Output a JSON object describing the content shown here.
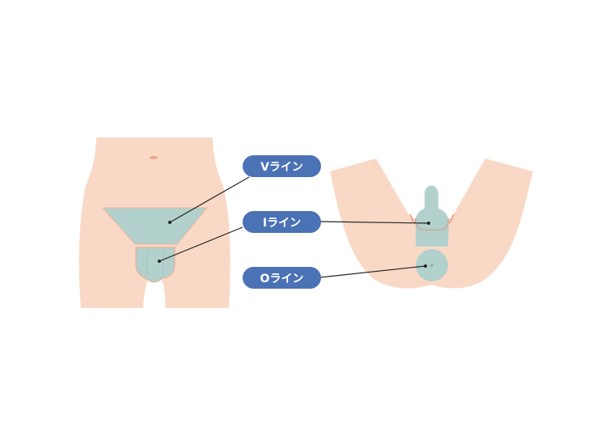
{
  "labels": {
    "v_line": "Vライン",
    "i_line": "Iライン",
    "o_line": "Oライン"
  },
  "colors": {
    "skin": "#f9d9c6",
    "skin_edge": "#eea588",
    "zone": "#b3d1cc",
    "label_bg": "#4a72b5",
    "leader": "#222222"
  }
}
